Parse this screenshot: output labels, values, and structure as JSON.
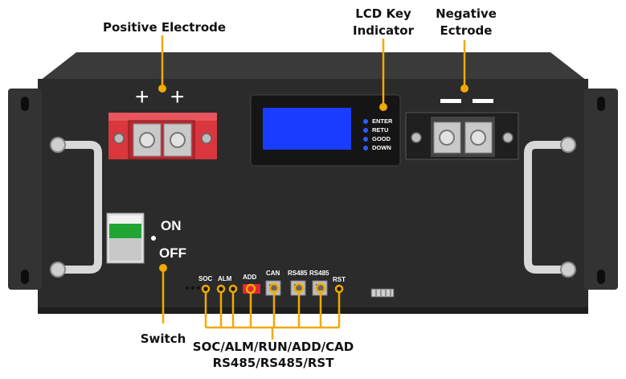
{
  "callouts": {
    "positive_electrode": "Positive Electrode",
    "lcd_key_line1": "LCD Key",
    "lcd_key_line2": "Indicator",
    "negative_line1": "Negative",
    "negative_line2": "Ectrode",
    "switch": "Switch",
    "ports_line1": "SOC/ALM/RUN/ADD/CAD",
    "ports_line2": "RS485/RS485/RST"
  },
  "terminals": {
    "positive_symbol_1": "+",
    "positive_symbol_2": "+"
  },
  "lcd_keys": [
    "ENTER",
    "RETU",
    "GOOD",
    "DOWN"
  ],
  "switch_labels": {
    "on": "ON",
    "off": "OFF"
  },
  "port_labels": {
    "soc": "SOC",
    "alm": "ALM",
    "add": "ADD",
    "can": "CAN",
    "rs485_a": "RS485",
    "rs485_b": "RS485",
    "rst": "RST"
  },
  "colors": {
    "callout_line": "#f2a900",
    "chassis": "#2b2b2b",
    "lcd_screen": "#1a3cff",
    "positive_terminal": "#d9363e",
    "switch_green": "#22a534",
    "key_led": "#2f5bff"
  },
  "icons": [
    "mounting-handle-icon",
    "bolt-icon",
    "dip-switch-icon",
    "rj45-port-icon",
    "led-icon"
  ]
}
